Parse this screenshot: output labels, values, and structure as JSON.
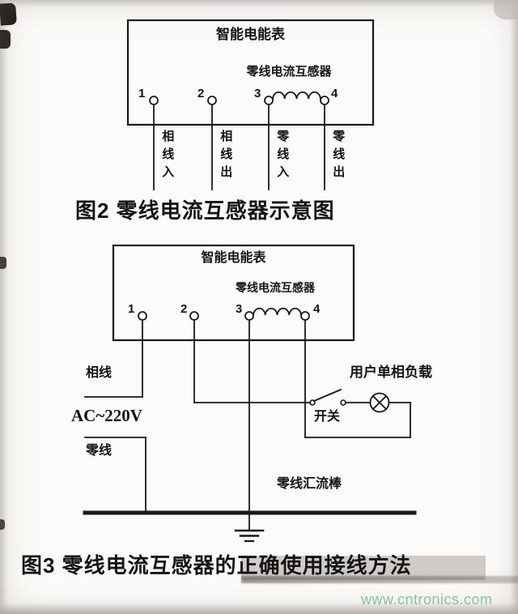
{
  "colors": {
    "ink": "#191919",
    "watermark_green": "#87c9a6",
    "caption_highlight": "#9a938a"
  },
  "watermark": "www.cntronics.com",
  "fig2": {
    "meter_label": "智能电能表",
    "ct_label": "零线电流互感器",
    "terminals": [
      "1",
      "2",
      "3",
      "4"
    ],
    "wire_labels": [
      "相线入",
      "相线出",
      "零线入",
      "零线出"
    ],
    "caption": "图2 零线电流互感器示意图"
  },
  "fig3": {
    "meter_label": "智能电能表",
    "ct_label": "零线电流互感器",
    "terminals": [
      "1",
      "2",
      "3",
      "4"
    ],
    "phase_label": "相线",
    "voltage_label": "AC~220V",
    "neutral_label": "零线",
    "load_label": "用户单相负载",
    "switch_label": "开关",
    "busbar_label": "零线汇流棒",
    "caption": "图3 零线电流互感器的正确使用接线方法"
  }
}
